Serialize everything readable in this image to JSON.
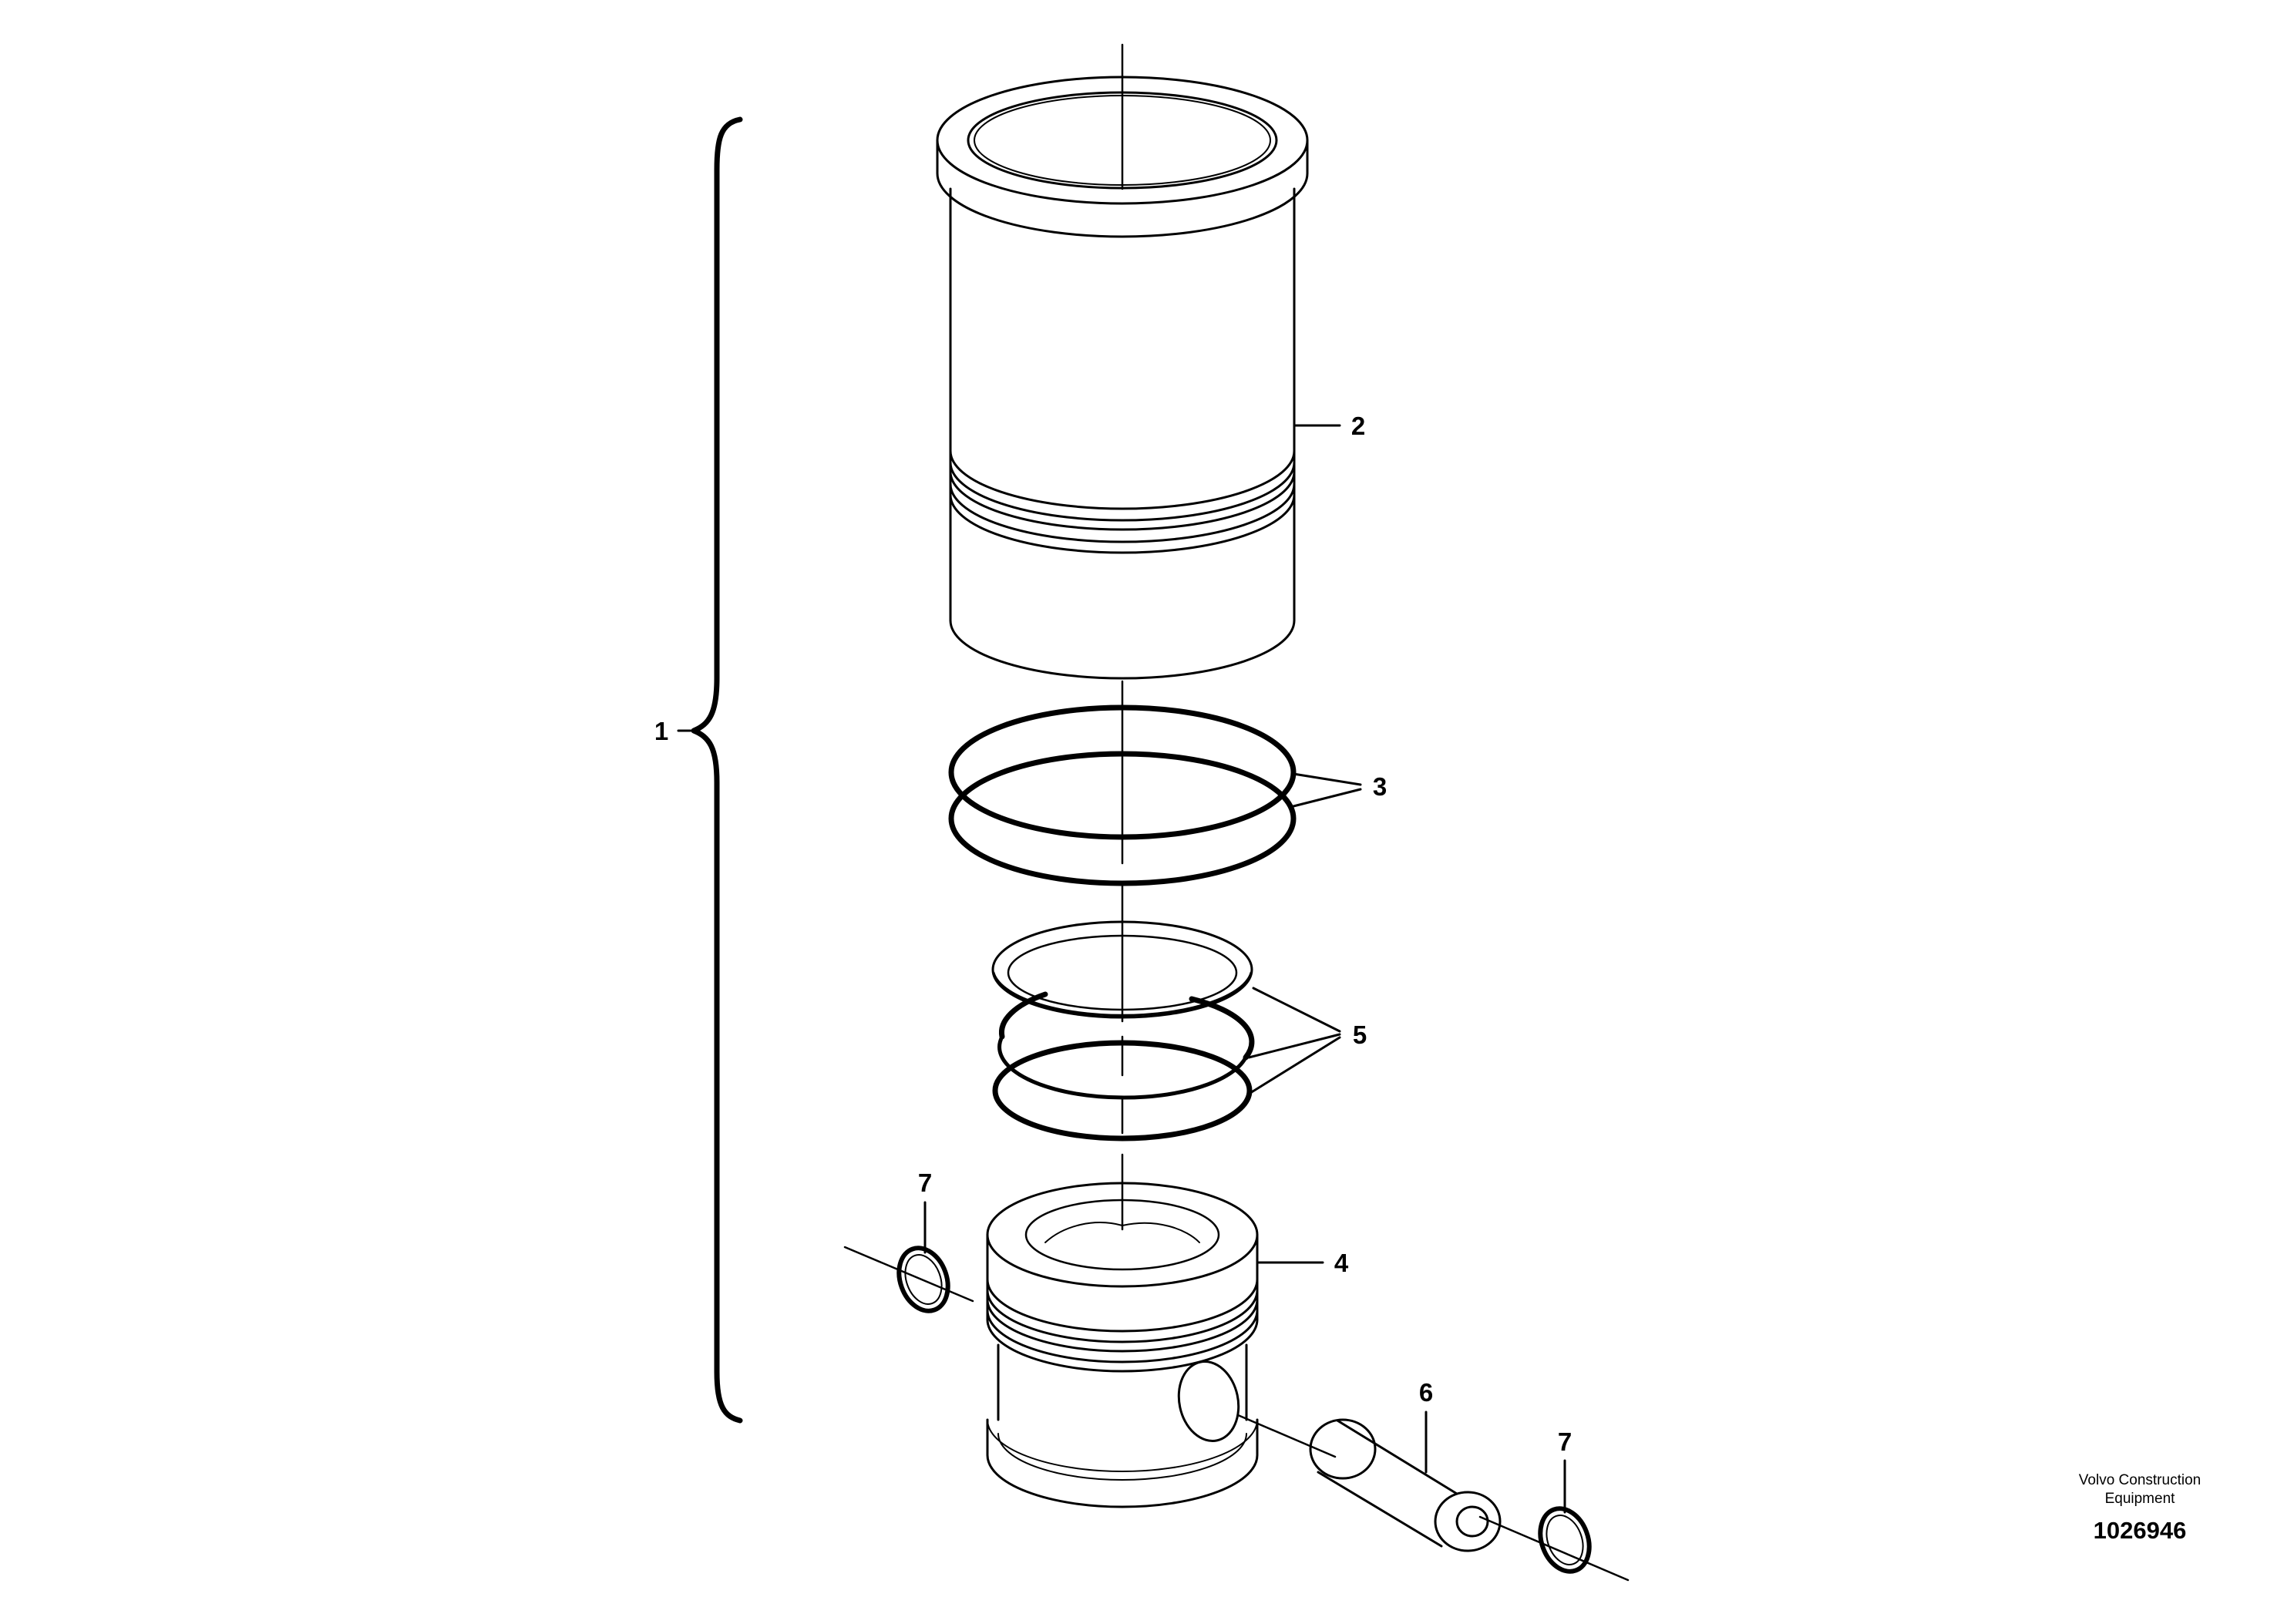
{
  "callouts": {
    "c1": "1",
    "c2": "2",
    "c3": "3",
    "c4": "4",
    "c5": "5",
    "c6": "6",
    "c7_left": "7",
    "c7_right": "7"
  },
  "credit": {
    "line1": "Volvo Construction",
    "line2": "Equipment"
  },
  "doc_number": "1026946",
  "parts": [
    {
      "callout": "1",
      "item": "cylinder-liner-kit"
    },
    {
      "callout": "2",
      "item": "cylinder-liner"
    },
    {
      "callout": "3",
      "item": "liner-seal-rings"
    },
    {
      "callout": "4",
      "item": "piston"
    },
    {
      "callout": "5",
      "item": "piston-rings"
    },
    {
      "callout": "6",
      "item": "piston-pin"
    },
    {
      "callout": "7",
      "item": "circlip"
    }
  ]
}
